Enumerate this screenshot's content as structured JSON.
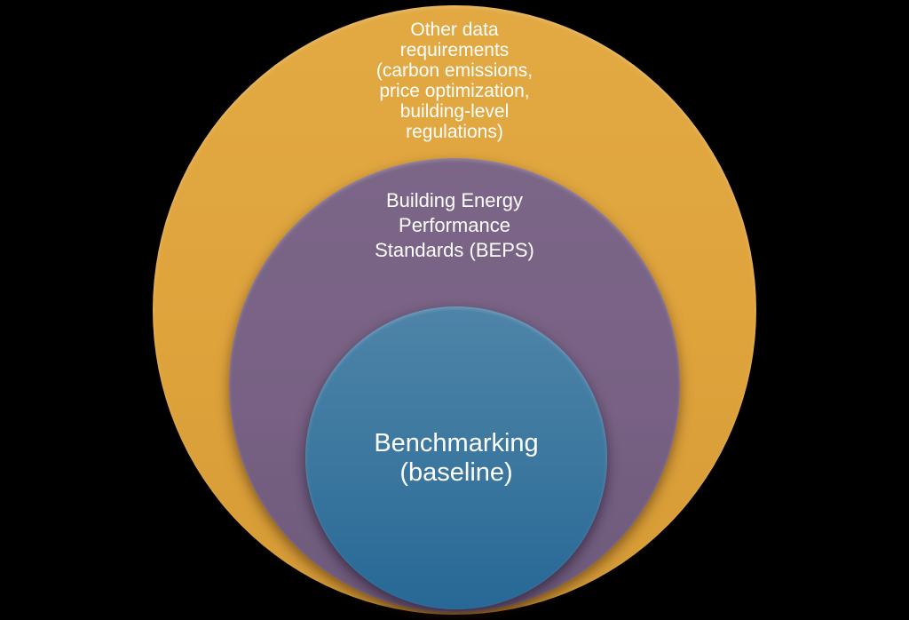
{
  "diagram": {
    "type": "stacked-venn",
    "background_color": "#000000",
    "text_color": "#ffffff",
    "rings": [
      {
        "id": "other-data-requirements",
        "color": "#dfa33c",
        "label": "Other data requirements (carbon emissions, price optimization, building-level regulations)",
        "lines": {
          "l1": "Other data",
          "l2": "requirements",
          "l3": "(carbon emissions,",
          "l4": "price optimization,",
          "l5": "building-level",
          "l6": "regulations)"
        }
      },
      {
        "id": "building-energy-performance-standards",
        "color": "#786184",
        "label": "Building Energy Performance Standards (BEPS)",
        "lines": {
          "l1": "Building Energy",
          "l2": "Performance",
          "l3": "Standards (BEPS)"
        }
      },
      {
        "id": "benchmarking-baseline",
        "color": "#2e6f99",
        "color_gradient_top": "#4e84a8",
        "color_gradient_bottom": "#276896",
        "label": "Benchmarking (baseline)",
        "lines": {
          "l1": "Benchmarking",
          "l2": "(baseline)"
        }
      }
    ]
  }
}
